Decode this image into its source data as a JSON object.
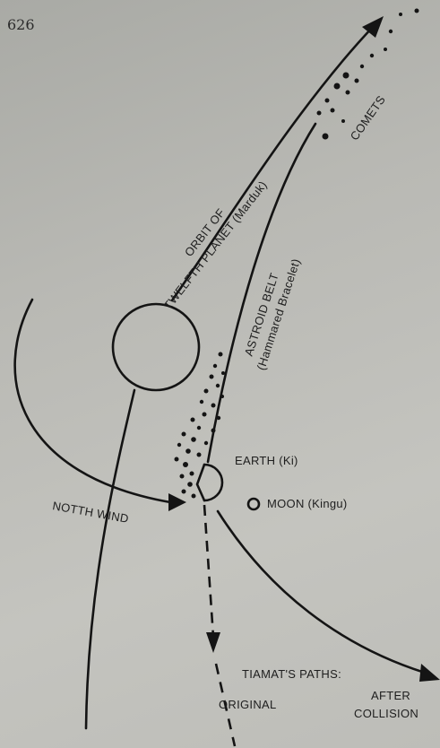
{
  "page_number": "626",
  "labels": {
    "orbit_line1": "ORBIT OF",
    "orbit_line2": "TWELFTH PLANET (Marduk)",
    "comets": "COMETS",
    "astroid_line1": "ASTROID BELT",
    "astroid_line2": "(Hammared Bracelet)",
    "earth": "EARTH (Ki)",
    "moon": "MOON (Kingu)",
    "north_wind": "NOTTH WIND",
    "tiamat_paths": "TIAMAT'S PATHS:",
    "original": "ORIGINAL",
    "after_line1": "AFTER",
    "after_line2": "COLLISION"
  }
}
